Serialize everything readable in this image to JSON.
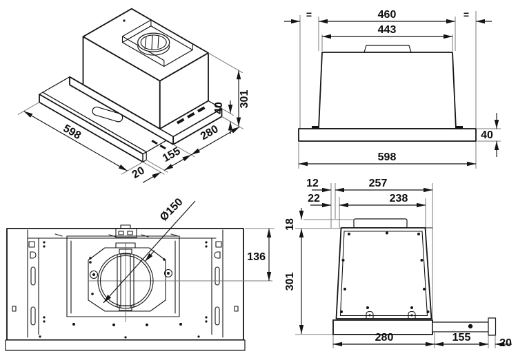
{
  "views": {
    "isometric": {
      "dims": {
        "width": "598",
        "panel": "20",
        "pullout": "155",
        "depth": "280",
        "base_height": "40",
        "height": "301"
      }
    },
    "front": {
      "dims": {
        "cutout_width": "460",
        "body_width": "443",
        "total_width": "598",
        "base_height": "40",
        "equal_left": "=",
        "equal_right": "="
      }
    },
    "bottom": {
      "dims": {
        "duct_diameter": "Ø150",
        "duct_center_offset": "136"
      }
    },
    "side": {
      "dims": {
        "back_gap": "12",
        "top_depth": "257",
        "back_offset": "22",
        "collar_depth": "238",
        "collar_height": "18",
        "body_height": "301",
        "base_depth": "280",
        "pullout": "155",
        "panel_thickness": "20"
      }
    }
  }
}
